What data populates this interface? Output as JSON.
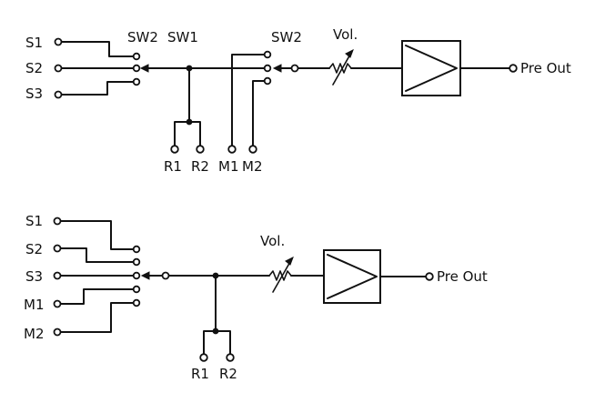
{
  "top": {
    "inputs": [
      "S1",
      "S2",
      "S3"
    ],
    "sw_left_labels": [
      "SW2",
      "SW1"
    ],
    "sw_right_label": "SW2",
    "vol_label": "Vol.",
    "out_label": "Pre Out",
    "record_labels": [
      "R1",
      "R2"
    ],
    "monitor_labels": [
      "M1",
      "M2"
    ]
  },
  "bottom": {
    "inputs": [
      "S1",
      "S2",
      "S3",
      "M1",
      "M2"
    ],
    "vol_label": "Vol.",
    "out_label": "Pre Out",
    "record_labels": [
      "R1",
      "R2"
    ]
  }
}
